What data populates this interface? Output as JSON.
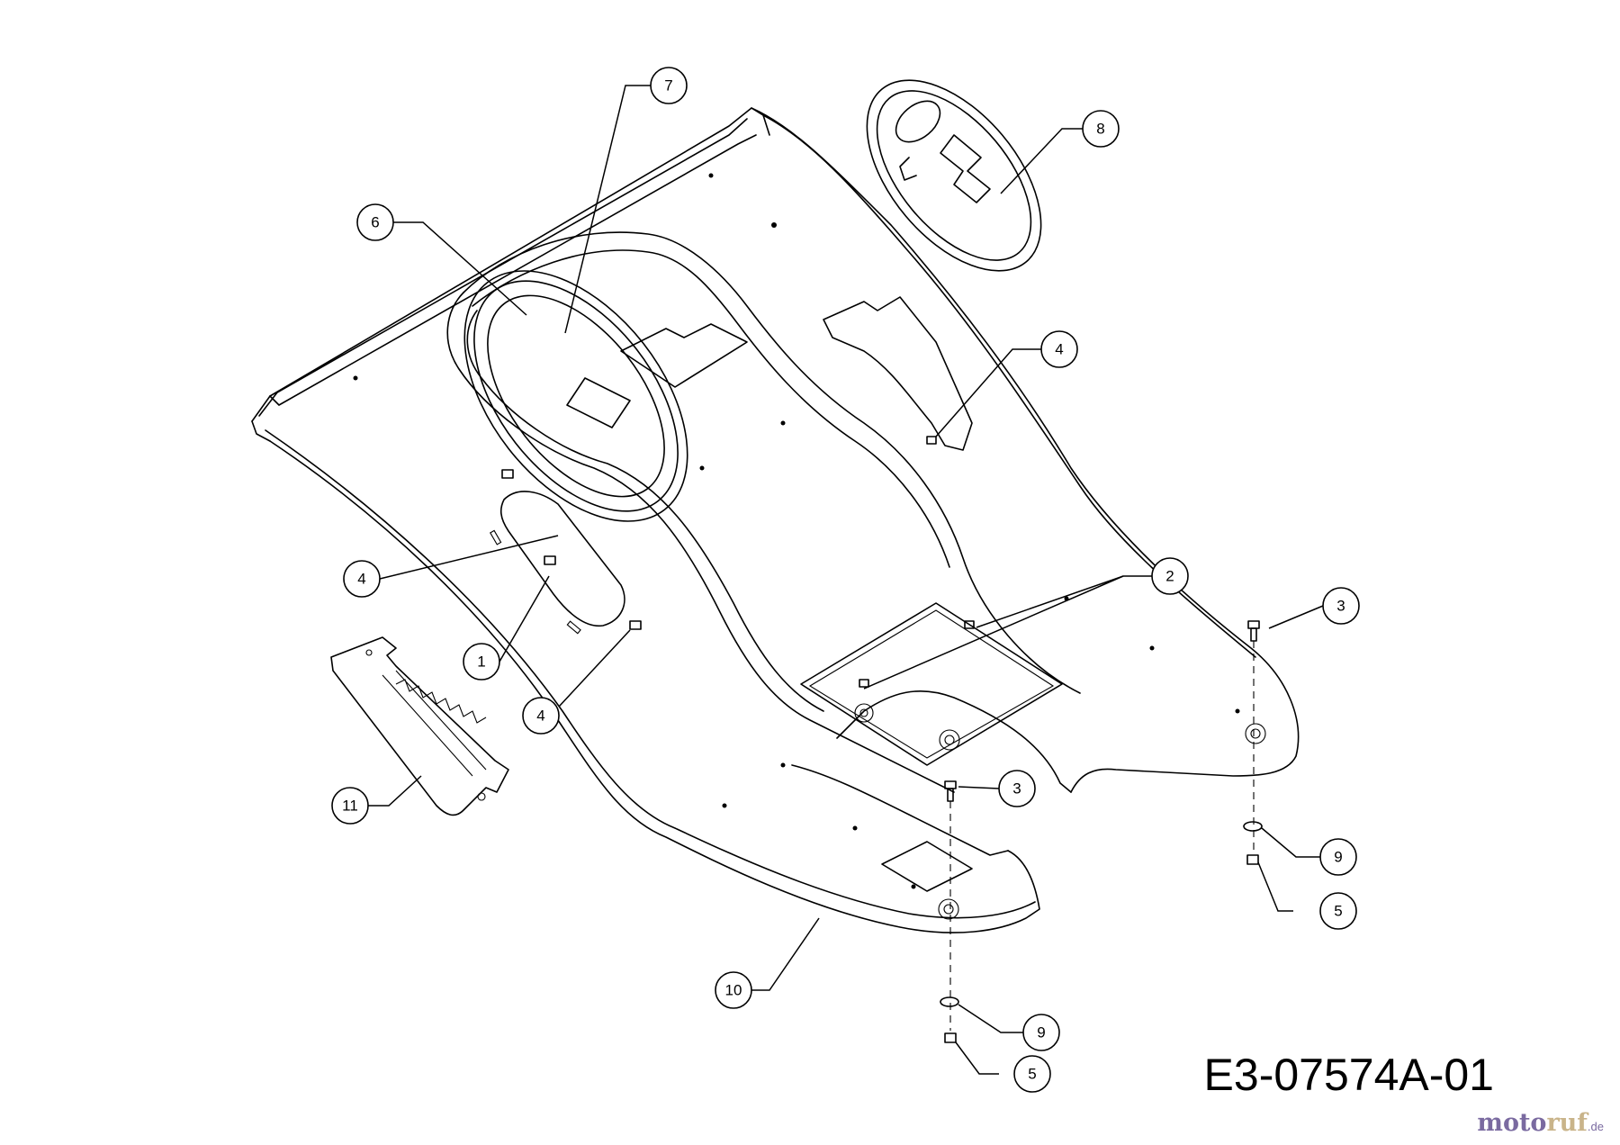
{
  "drawing_number": "E3-07574A-01",
  "watermark": {
    "part1": "moto",
    "part2": "ruf",
    "tld": ".de"
  },
  "callouts": [
    {
      "id": "c1",
      "label": "1"
    },
    {
      "id": "c2",
      "label": "2"
    },
    {
      "id": "c3a",
      "label": "3"
    },
    {
      "id": "c3b",
      "label": "3"
    },
    {
      "id": "c4a",
      "label": "4"
    },
    {
      "id": "c4b",
      "label": "4"
    },
    {
      "id": "c4c",
      "label": "4"
    },
    {
      "id": "c5a",
      "label": "5"
    },
    {
      "id": "c5b",
      "label": "5"
    },
    {
      "id": "c6",
      "label": "6"
    },
    {
      "id": "c7",
      "label": "7"
    },
    {
      "id": "c8",
      "label": "8"
    },
    {
      "id": "c9a",
      "label": "9"
    },
    {
      "id": "c9b",
      "label": "9"
    },
    {
      "id": "c10",
      "label": "10"
    },
    {
      "id": "c11",
      "label": "11"
    }
  ]
}
